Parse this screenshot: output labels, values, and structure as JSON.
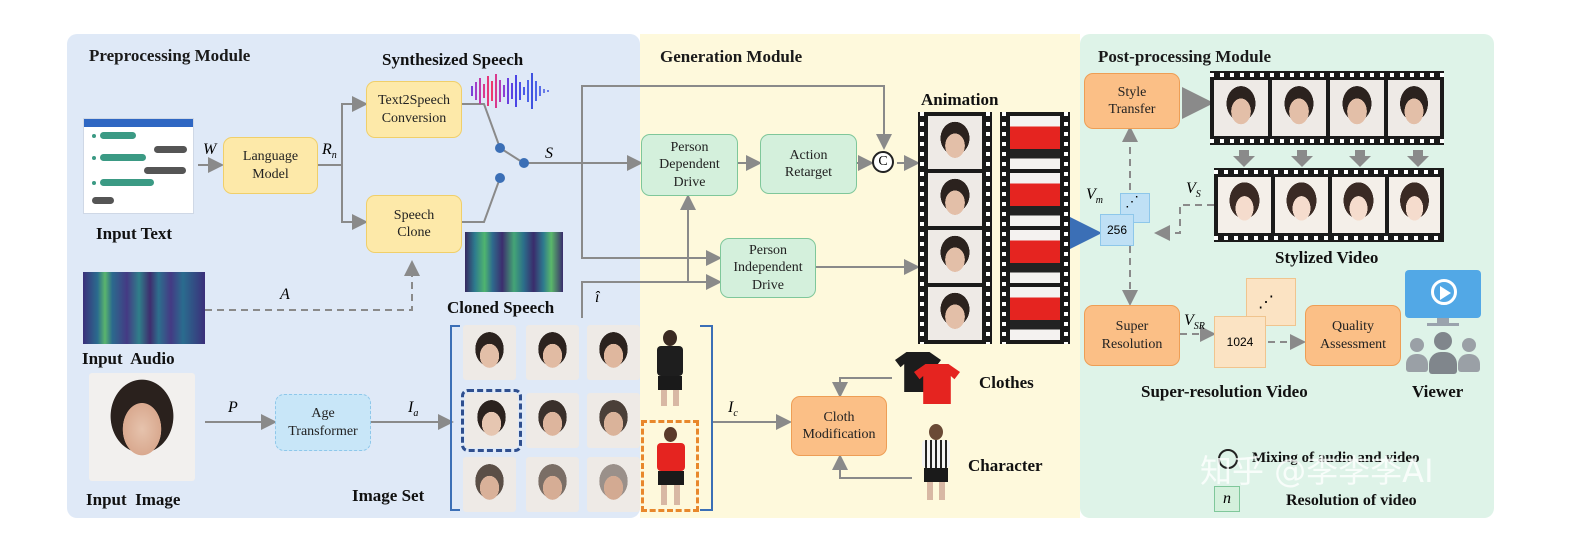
{
  "modules": {
    "preprocessing": "Preprocessing Module",
    "generation": "Generation Module",
    "postprocessing": "Post-processing Module"
  },
  "labels": {
    "synthesized_speech": "Synthesized Speech",
    "input_text": "Input Text",
    "input_audio": "Input  Audio",
    "input_image": "Input  Image",
    "cloned_speech": "Cloned Speech",
    "image_set": "Image Set",
    "animation": "Animation",
    "clothes": "Clothes",
    "character": "Character",
    "stylized_video": "Stylized Video",
    "super_resolution_video": "Super-resolution Video",
    "viewer": "Viewer",
    "mixing_legend": "Mixing of audio and video",
    "resolution_legend": "Resolution of video",
    "watermark": "知乎 @李李李AI"
  },
  "boxes": {
    "language_model": "Language Model",
    "text2speech": "Text2Speech Conversion",
    "speech_clone": "Speech Clone",
    "age_transformer": "Age Transformer",
    "person_dependent": "Person Dependent Drive",
    "action_retarget": "Action Retarget",
    "person_independent": "Person Independent Drive",
    "cloth_modification": "Cloth Modification",
    "style_transfer": "Style Transfer",
    "super_resolution": "Super Resolution",
    "quality_assessment": "Quality Assessment"
  },
  "symbols": {
    "W": "W",
    "Rn": "R",
    "Rn_sub": "n",
    "S": "S",
    "A": "A",
    "P": "P",
    "Ia": "I",
    "Ia_sub": "a",
    "Ic": "I",
    "Ic_sub": "c",
    "ihat": "î",
    "Vm": "V",
    "Vm_sub": "m",
    "Vs": "V",
    "Vs_sub": "S",
    "Vsr": "V",
    "Vsr_sub": "SR",
    "concat": "C",
    "res_256": "256",
    "res_1024": "1024",
    "legend_n": "n",
    "dots": "⋰"
  },
  "colors": {
    "preprocessing_bg": "#dfe9f7",
    "generation_bg": "#fef9dc",
    "postprocessing_bg": "#def3e8",
    "arrow": "#8a8a8a",
    "accent_blue": "#3b6fb6",
    "accent_orange": "#e8882c"
  }
}
